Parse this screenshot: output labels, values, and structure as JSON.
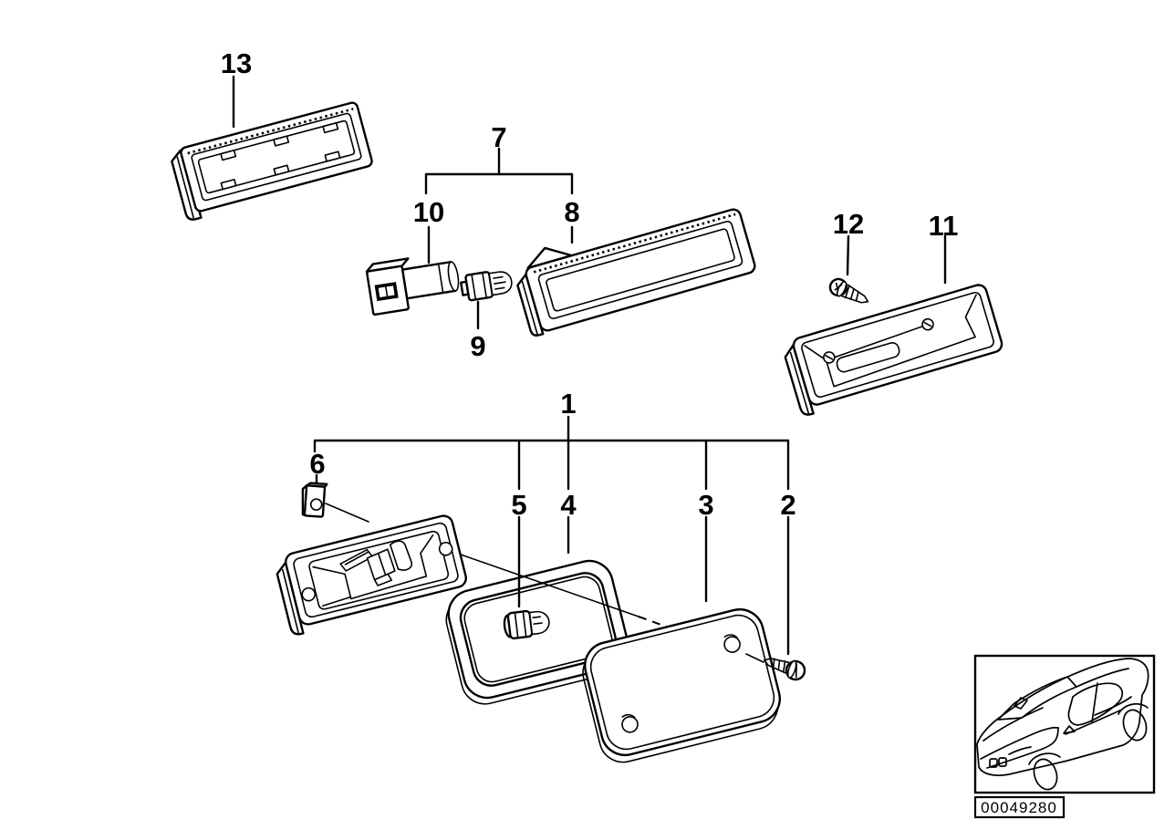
{
  "diagram": {
    "code": "00049280",
    "callouts": [
      {
        "label": "1"
      },
      {
        "label": "2"
      },
      {
        "label": "3"
      },
      {
        "label": "4"
      },
      {
        "label": "5"
      },
      {
        "label": "6"
      },
      {
        "label": "7"
      },
      {
        "label": "8"
      },
      {
        "label": "9"
      },
      {
        "label": "10"
      },
      {
        "label": "11"
      },
      {
        "label": "12"
      },
      {
        "label": "13"
      }
    ],
    "colors": {
      "line": "#000000",
      "background": "#ffffff"
    }
  }
}
